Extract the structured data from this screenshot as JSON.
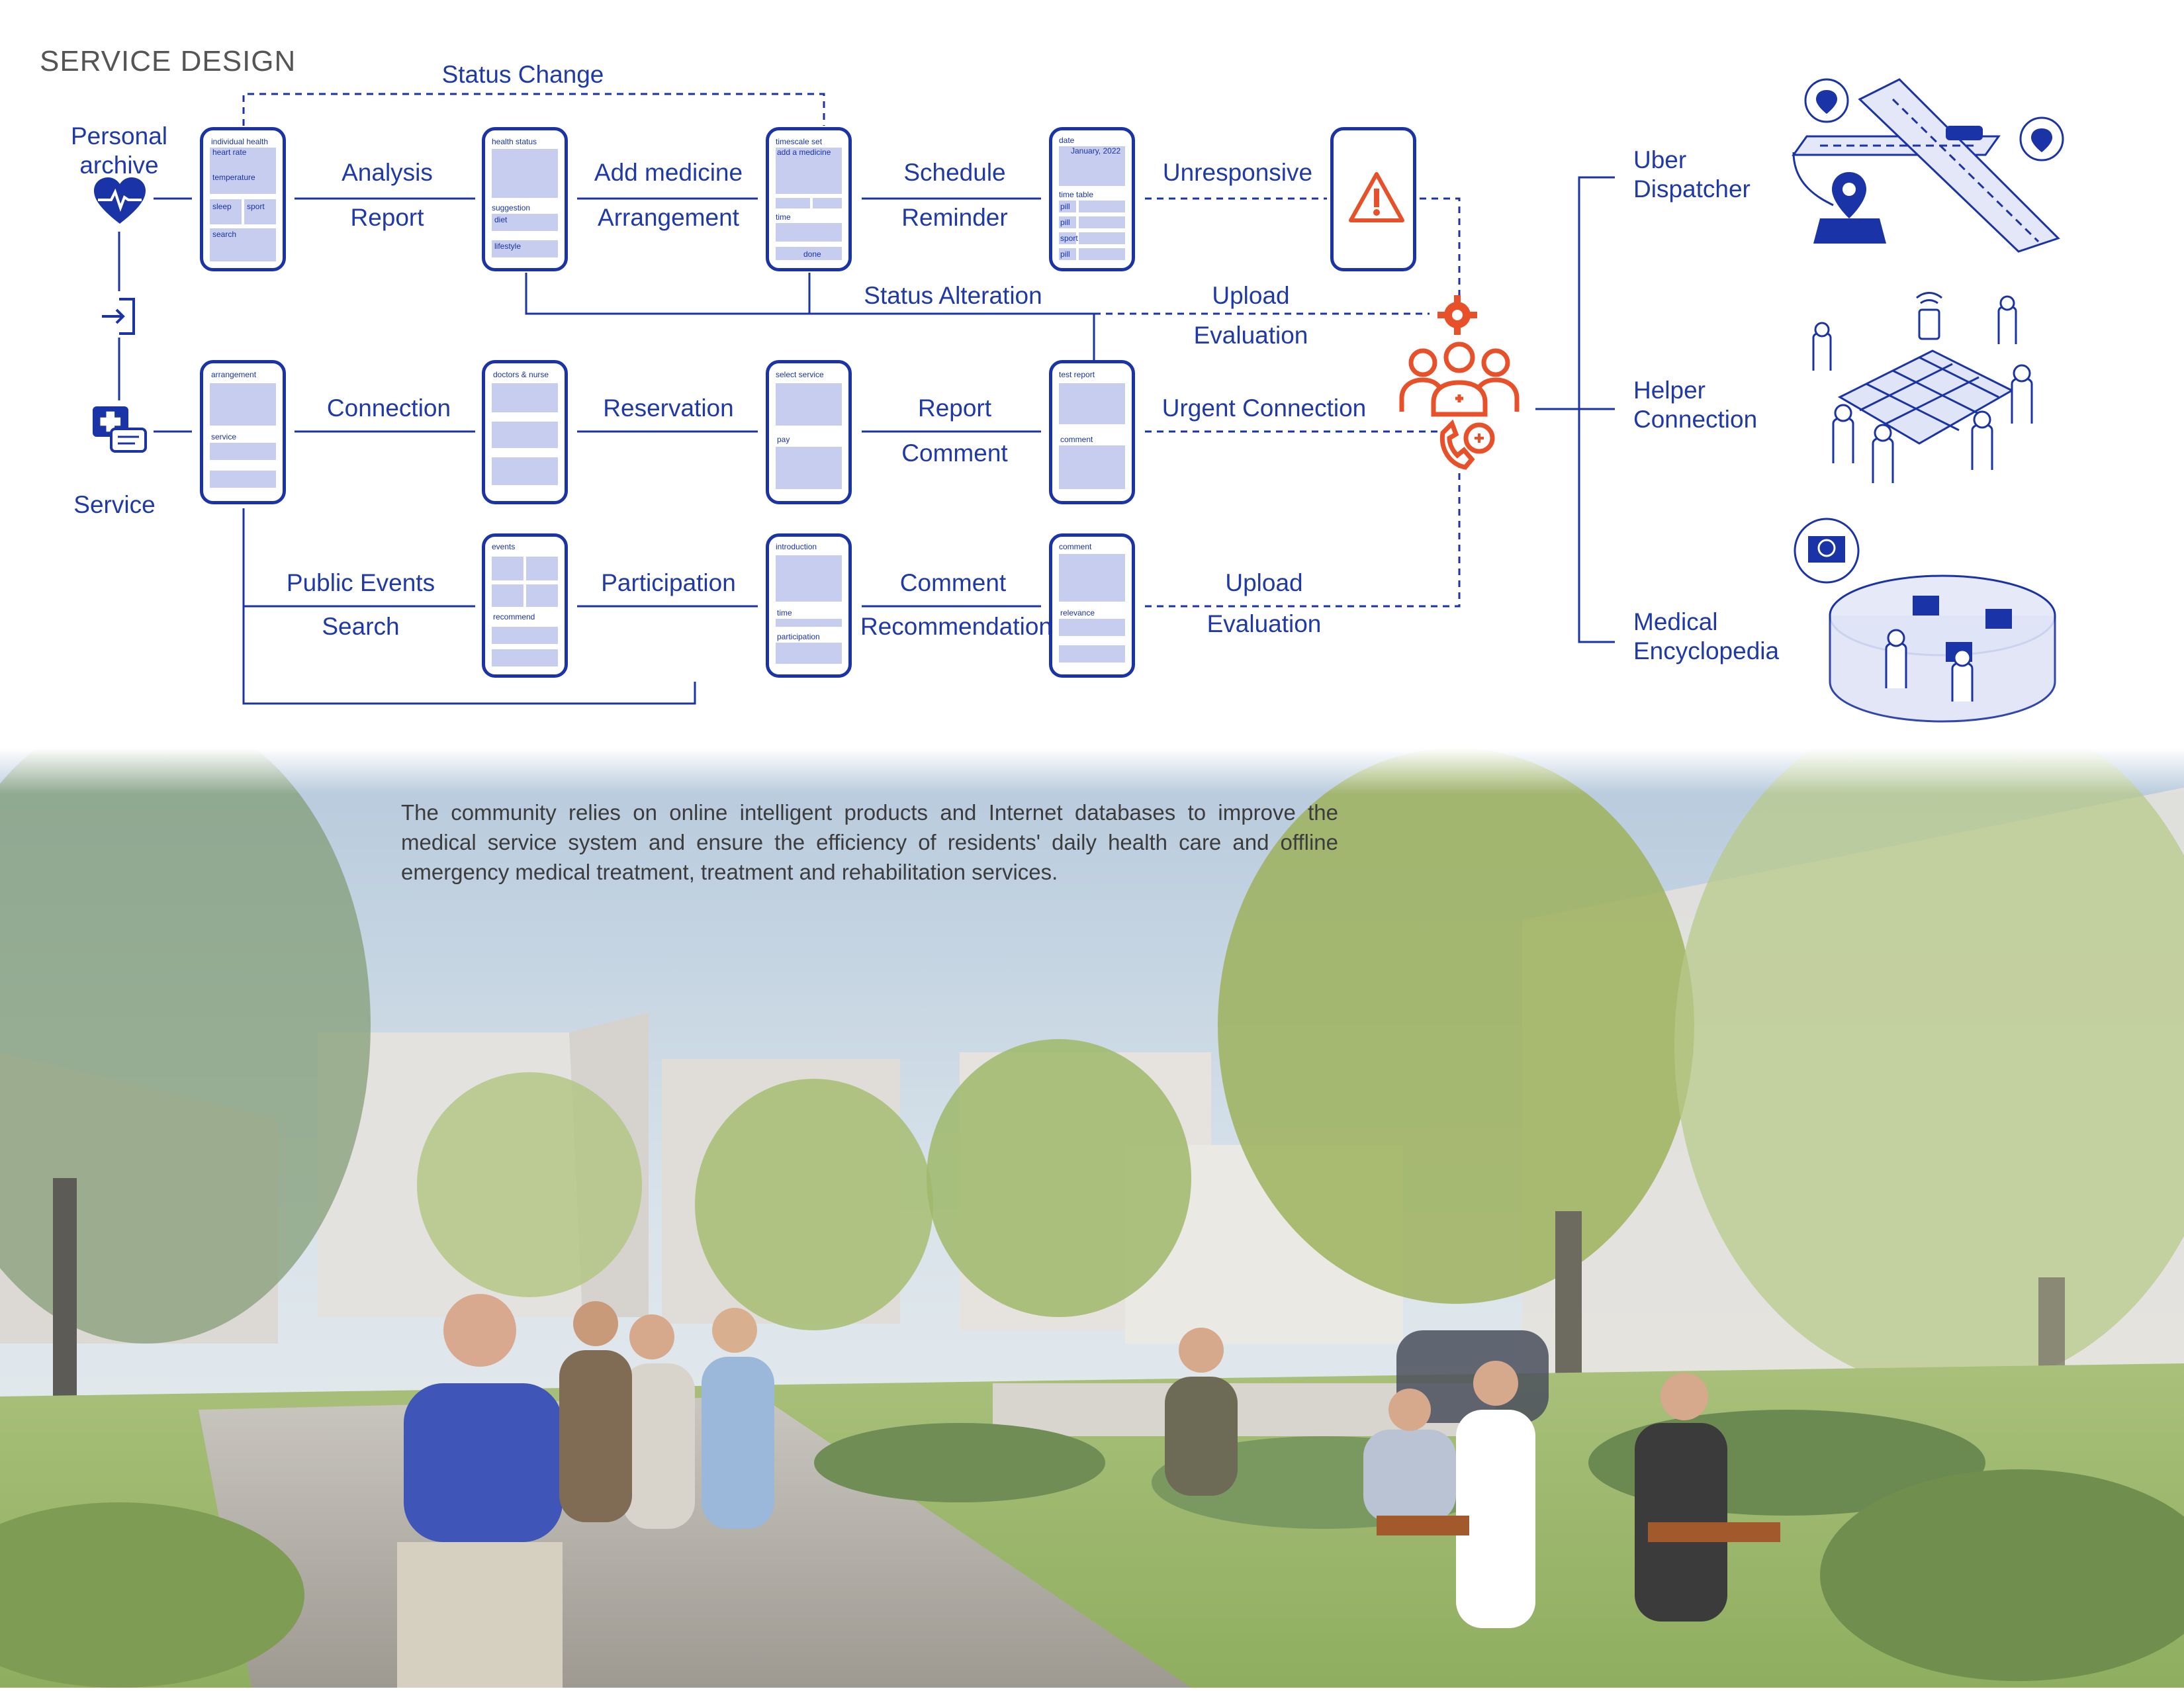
{
  "title": "SERVICE DESIGN",
  "diagram": {
    "left_labels": {
      "personal_archive": "Personal archive",
      "service": "Service"
    },
    "status_change": "Status Change",
    "row1": {
      "a1": "Analysis",
      "a2": "Report",
      "b1": "Add medicine",
      "b2": "Arrangement",
      "c1": "Schedule",
      "c2": "Reminder",
      "d": "Unresponsive"
    },
    "status_alteration": "Status Alteration",
    "upload_eval_1": {
      "a": "Upload",
      "b": "Evaluation"
    },
    "row2": {
      "a": "Connection",
      "b": "Reservation",
      "c1": "Report",
      "c2": "Comment",
      "d": "Urgent Connection"
    },
    "row3": {
      "a1": "Public Events",
      "a2": "Search",
      "b": "Participation",
      "c1": "Comment",
      "c2": "Recommendation",
      "d1": "Upload",
      "d2": "Evaluation"
    },
    "right": {
      "uber": "Uber Dispatcher",
      "helper": "Helper Connection",
      "medical": "Medical Encyclopedia"
    },
    "phones": {
      "p1": {
        "t1": "individual health",
        "t2": "heart rate",
        "t3": "temperature",
        "t4": "sleep",
        "t5": "sport",
        "t6": "search"
      },
      "p2": {
        "t1": "health status",
        "t2": "suggestion",
        "t3": "diet",
        "t4": "lifestyle"
      },
      "p3": {
        "t1": "timescale set",
        "t2": "add a medicine",
        "t3": "time",
        "t4": "done"
      },
      "p4": {
        "t1": "date",
        "t2": "January, 2022",
        "t3": "time table",
        "t4": "pill",
        "t5": "pill",
        "t6": "sport",
        "t7": "pill"
      },
      "p5": {
        "t1": "arrangement",
        "t2": "service"
      },
      "p6": {
        "t1": "doctors & nurse"
      },
      "p7": {
        "t1": "select service",
        "t2": "pay"
      },
      "p8": {
        "t1": "test report",
        "t2": "comment"
      },
      "p9": {
        "t1": "events",
        "t2": "recommend"
      },
      "p10": {
        "t1": "introduction",
        "t2": "time",
        "t3": "participation"
      },
      "p11": {
        "t1": "comment",
        "t2": "relevance"
      }
    }
  },
  "body_text": "The community relies on online intelligent products and Internet databases to improve the medical service system and ensure the efficiency of residents' daily health care and offline emergency medical treatment, treatment and rehabilitation services.",
  "colors": {
    "blue": "#1a33a6",
    "accent": "#e8502a",
    "placeholder": "#c6cdee"
  }
}
